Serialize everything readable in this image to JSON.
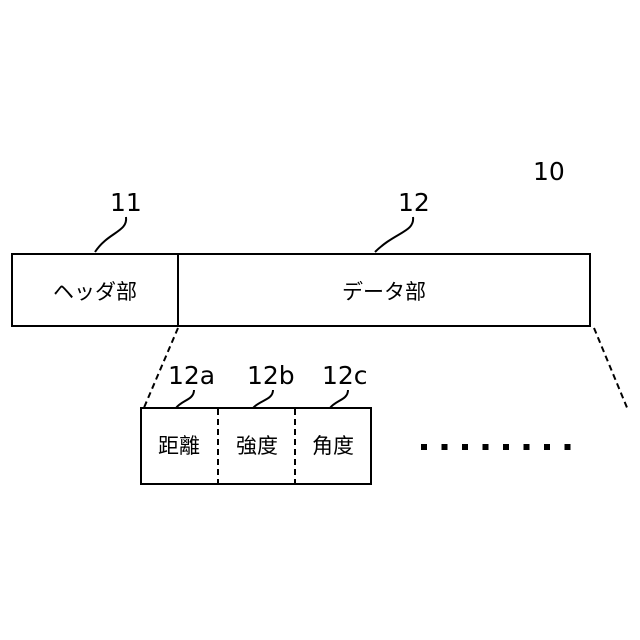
{
  "diagram": {
    "ref_packet": "10",
    "header": {
      "ref": "11",
      "label": "ヘッダ部"
    },
    "data": {
      "ref": "12",
      "label": "データ部"
    },
    "fields": [
      {
        "ref": "12a",
        "label": "距離"
      },
      {
        "ref": "12b",
        "label": "強度"
      },
      {
        "ref": "12c",
        "label": "角度"
      }
    ],
    "continuation": "........"
  }
}
